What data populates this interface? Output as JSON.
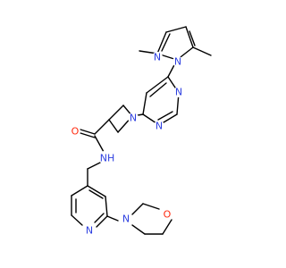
{
  "molecule": {
    "atom_labels": {
      "pyrazole_n1": "N",
      "pyrazole_n2": "N",
      "pyrimidine_n1": "N",
      "pyrimidine_n3": "N",
      "azetidine_n": "N",
      "amide_o": "O",
      "amide_nh": "NH",
      "pyridine_n": "N",
      "morpholine_n": "N",
      "morpholine_o": "O"
    },
    "colors": {
      "carbon_bond": "#000000",
      "nitrogen": "#2d3fe0",
      "oxygen": "#ff2a0f",
      "background": "#ffffff"
    }
  }
}
